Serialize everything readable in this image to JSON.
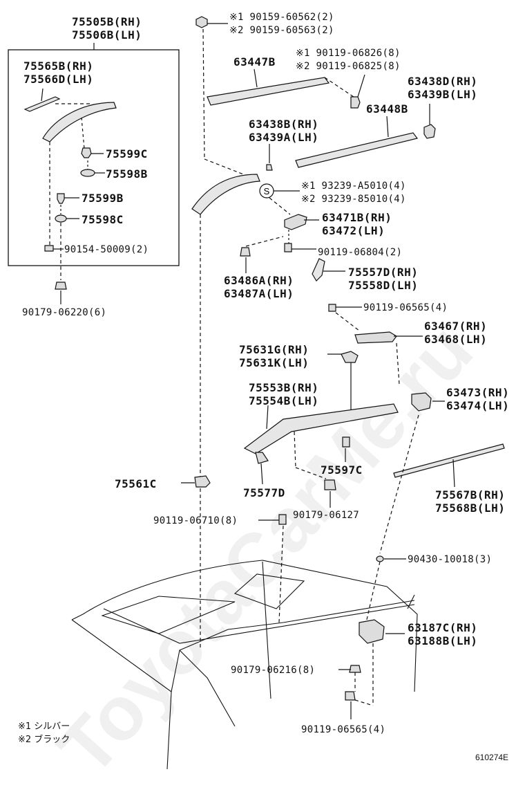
{
  "labels": {
    "p75505": "75505B(RH)\n75506B(LH)",
    "p75565": "75565B(RH)\n75566D(LH)",
    "p75599c": "75599C",
    "p75598b": "75598B",
    "p75599b": "75599B",
    "p75598c": "75598C",
    "p90154": "90154-50009(2)",
    "p90179a": "90179-06220(6)",
    "p90159": "※1 90159-60562(2)\n※2 90159-60563(2)",
    "p63447": "63447B",
    "p90119a": "※1 90119-06826(8)\n※2 90119-06825(8)",
    "p63438d": "63438D(RH)\n63439B(LH)",
    "p63448": "63448B",
    "p63438b": "63438B(RH)\n63439A(LH)",
    "p93239": "※1 93239-A5010(4)\n※2 93239-85010(4)",
    "p63471": "63471B(RH)\n63472(LH)",
    "p90119b": "90119-06804(2)",
    "p63486": "63486A(RH)\n63487A(LH)",
    "p75557": "75557D(RH)\n75558D(LH)",
    "p90119c": "90119-06565(4)",
    "p63467": "63467(RH)\n63468(LH)",
    "p75631": "75631G(RH)\n75631K(LH)",
    "p75553": "75553B(RH)\n75554B(LH)",
    "p63473": "63473(RH)\n63474(LH)",
    "p75597": "75597C",
    "p75561": "75561C",
    "p75577": "75577D",
    "p90179b": "90179-06127",
    "p90119d": "90119-06710(8)",
    "p75567": "75567B(RH)\n75568B(LH)",
    "p90430": "90430-10018(3)",
    "p63187": "63187C(RH)\n63188B(LH)",
    "p90179c": "90179-06216(8)",
    "p90119e": "90119-06565(4)",
    "s_symbol": "S"
  },
  "notes": {
    "note1": "※1 シルバー",
    "note2": "※2 ブラック"
  },
  "figure_number": "610274E",
  "watermark": "ToyotaCarMe.ru"
}
